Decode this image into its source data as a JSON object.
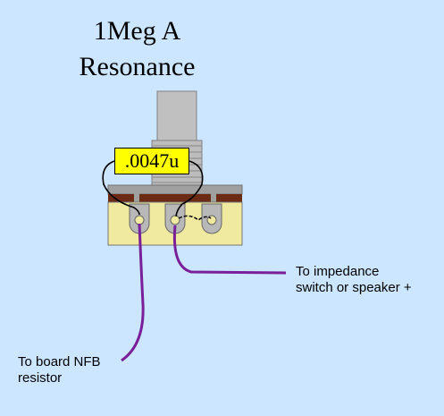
{
  "title": {
    "line1": "1Meg A",
    "line2": "Resonance"
  },
  "capacitor": {
    "label": ".0047u",
    "color": "#ffff00"
  },
  "annotations": {
    "board_nfb": "To board NFB\nresistor",
    "impedance": "To impedance\nswitch or speaker +"
  },
  "colors": {
    "background": "#cce6ff",
    "pot_body": "#f0eaa0",
    "wire_purple": "#7a1f9a",
    "shaft": "#c0c0c0"
  }
}
